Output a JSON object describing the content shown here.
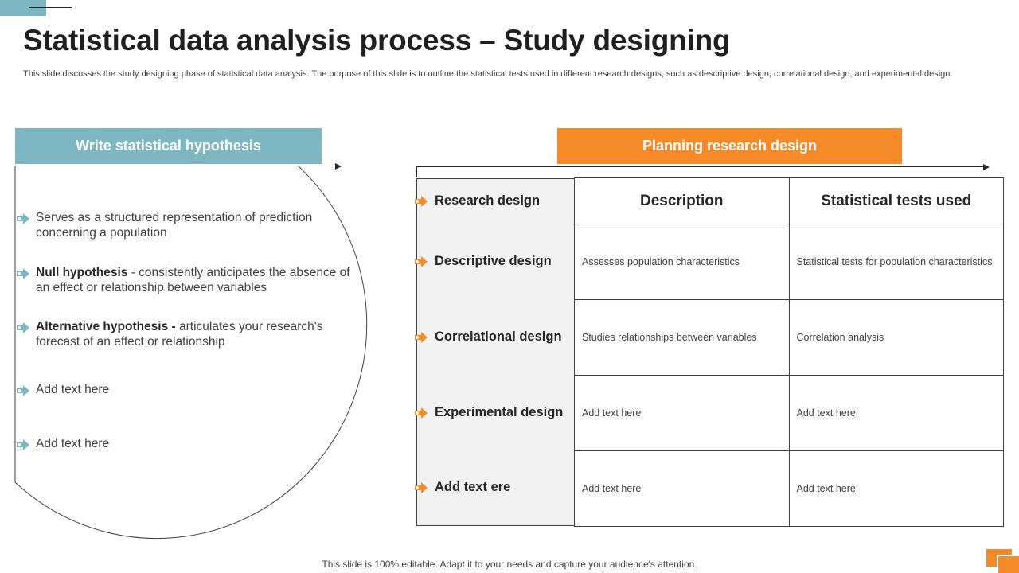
{
  "title": "Statistical data analysis process – Study designing",
  "subtitle": "This slide discusses the study designing phase of statistical data analysis. The purpose of this slide is to outline the statistical tests used in different research designs, such as descriptive design, correlational design, and experimental design.",
  "left_panel": {
    "header": "Write statistical hypothesis",
    "items": [
      {
        "bold": "",
        "text": "Serves as a structured representation of prediction concerning a population"
      },
      {
        "bold": "Null hypothesis",
        "text": " - consistently anticipates the absence of an effect or relationship between variables"
      },
      {
        "bold": "Alternative hypothesis -",
        "text": " articulates your research's forecast of an effect or relationship"
      },
      {
        "bold": "",
        "text": "Add text here"
      },
      {
        "bold": "",
        "text": "Add text here"
      }
    ]
  },
  "right_panel": {
    "header": "Planning research design",
    "designs": [
      "Research design",
      "Descriptive design",
      "Correlational design",
      "Experimental design",
      "Add text ere"
    ],
    "columns": [
      "Description",
      "Statistical tests used"
    ],
    "rows": [
      [
        "Assesses population characteristics",
        "Statistical tests for population characteristics"
      ],
      [
        "Studies relationships between variables",
        "Correlation  analysis"
      ],
      [
        "Add text here",
        "Add text here"
      ],
      [
        "Add text here",
        "Add text here"
      ]
    ]
  },
  "footer": "This slide is 100% editable. Adapt it to your needs and capture your audience's attention.",
  "colors": {
    "teal": "#7eb6c1",
    "orange": "#f58a28",
    "text": "#262626"
  },
  "icons": {
    "hypothesis_bullet": "teal-arrow-icon",
    "design_bullet": "orange-arrow-icon"
  }
}
